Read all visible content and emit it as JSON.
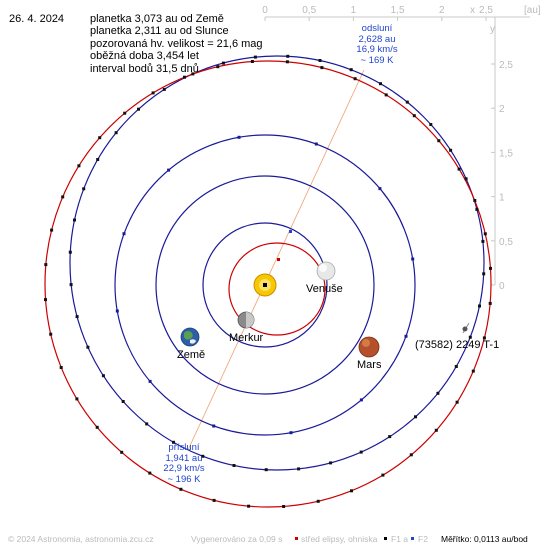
{
  "date": "26. 4. 2024",
  "info_lines": [
    "planetka 3,073 au od Země",
    "planetka 2,311 au od Slunce",
    "pozorovaná hv. velikost = 21,6 mag",
    "oběžná doba 3,454 let",
    "interval bodů 31,5 dnů"
  ],
  "axis": {
    "unit": "[au]",
    "x_corner": "x",
    "y_corner": "y",
    "x_ticks": [
      "0",
      "0,5",
      "1",
      "1,5",
      "2",
      "2,5"
    ],
    "y_ticks": [
      "2,5",
      "2",
      "1,5",
      "1",
      "0,5",
      "0"
    ]
  },
  "aphelion": {
    "title": "odsluní",
    "lines": [
      "2,628 au",
      "16,9 km/s",
      "~ 169 K"
    ]
  },
  "perihelion": {
    "title": "přísluní",
    "lines": [
      "1,941 au",
      "22,9 km/s",
      "~ 196 K"
    ]
  },
  "planets": {
    "venus": "Venuše",
    "mercury": "Merkur",
    "earth": "Země",
    "mars": "Mars"
  },
  "asteroid_label": "(73582) 2249 T-1",
  "footer": {
    "copyright": "© 2024 Astronomia, astronomia.zcu.cz",
    "generated": "Vygenerováno za 0,09 s",
    "legend_center": "střed elipsy, ohniska",
    "legend_f1": "F1 a",
    "legend_f2": "F2",
    "scale": "Měřítko: 0,0113 au/bod"
  },
  "colors": {
    "asteroid_orbit": "#1a1a99",
    "mars_orbit": "#cc0000",
    "inner_orbits": "#1a1a99",
    "apsides_line": "#f0a070",
    "annotation_blue": "#2244cc",
    "axis_gray": "#bbbbbb",
    "sun": "#f5c800"
  }
}
